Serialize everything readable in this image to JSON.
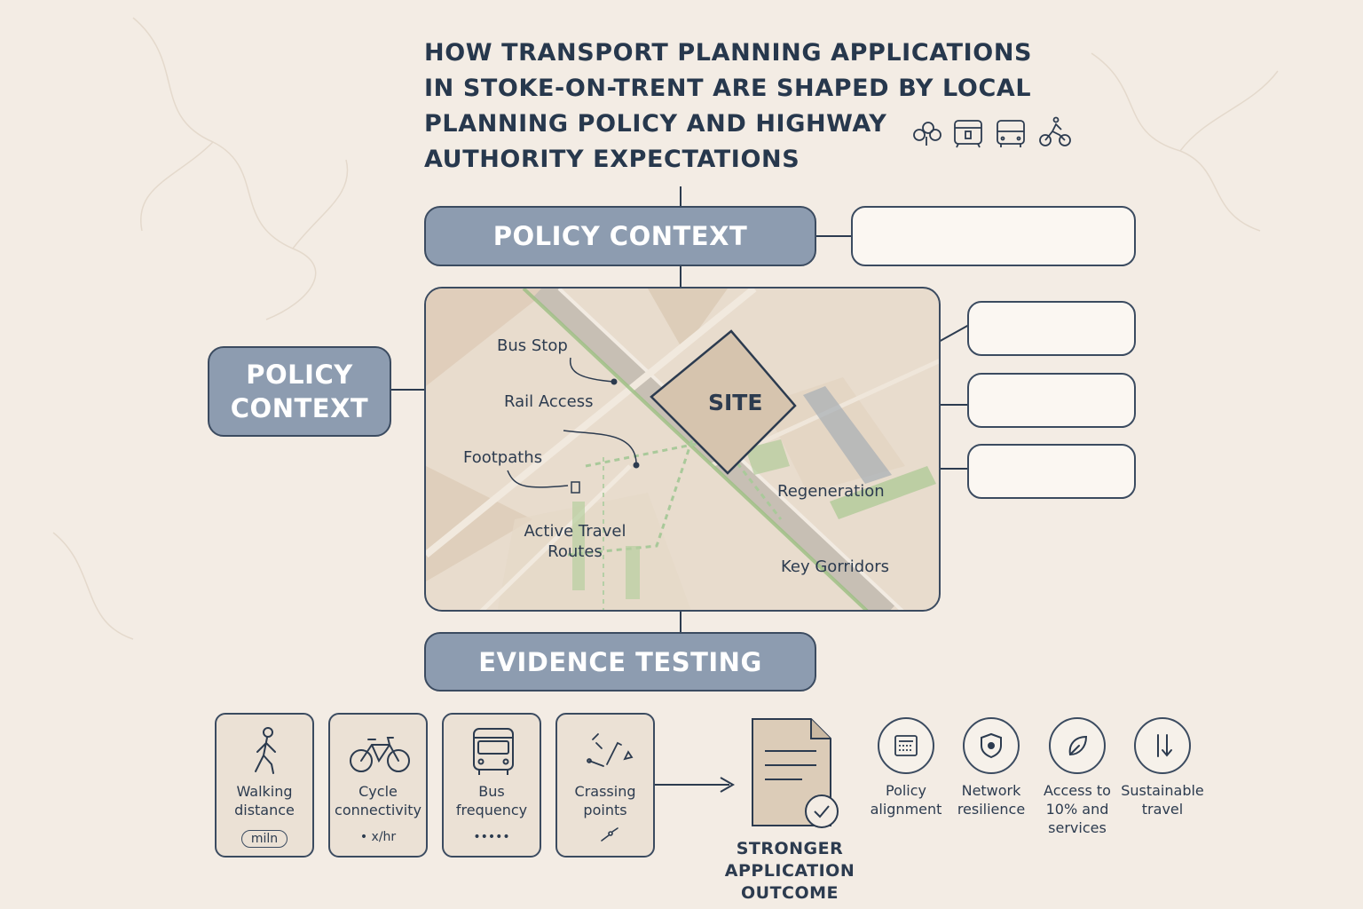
{
  "title_lines": [
    "HOW TRANSPORT PLANNING APPLICATIONS",
    "IN STOKE-ON-TRENT ARE SHAPED BY LOCAL",
    "PLANNING POLICY AND HIGHWAY",
    "AUTHORITY EXPECTATIONS"
  ],
  "header_icons": [
    "tree-icon",
    "train-icon",
    "bus-icon",
    "cyclist-icon"
  ],
  "policy_context_top": "POLICY CONTEXT",
  "policy_context_left_lines": [
    "POLICY",
    "CONTEXT"
  ],
  "map": {
    "site": "SITE",
    "labels": {
      "bus_stop": "Bus Stop",
      "rail_access": "Rail Access",
      "footpaths": "Footpaths",
      "active_travel_line1": "Active Travel",
      "active_travel_line2": "Routes",
      "regeneration": "Regeneration",
      "key_corridors": "Key Gorridors"
    }
  },
  "evidence_testing": "EVIDENCE TESTING",
  "evidence_cards": [
    {
      "icon": "walking-person-icon",
      "label": "Walking\ndistance",
      "metric": "miln"
    },
    {
      "icon": "bicycle-icon",
      "label": "Cycle\nconnectivity",
      "metric": "• x/hr"
    },
    {
      "icon": "bus-front-icon",
      "label": "Bus\nfrequency",
      "metric": "•••••"
    },
    {
      "icon": "crossing-tools-icon",
      "label": "Crassing\npoints",
      "metric": ""
    }
  ],
  "outcome": "STRONGER\nAPPLICATION\nOUTCOME",
  "outcomes": [
    {
      "icon": "calculator-icon",
      "label": "Policy\nalignment"
    },
    {
      "icon": "shield-icon",
      "label": "Network\nresilience"
    },
    {
      "icon": "leaf-icon",
      "label": "Access to\n10% and\nservices"
    },
    {
      "icon": "arrows-icon",
      "label": "Sustainable\ntravel"
    }
  ],
  "colors": {
    "background": "#f3ece4",
    "pill": "#8d9cb0",
    "ink": "#2c3b4f",
    "green_route": "#9bbf82"
  }
}
